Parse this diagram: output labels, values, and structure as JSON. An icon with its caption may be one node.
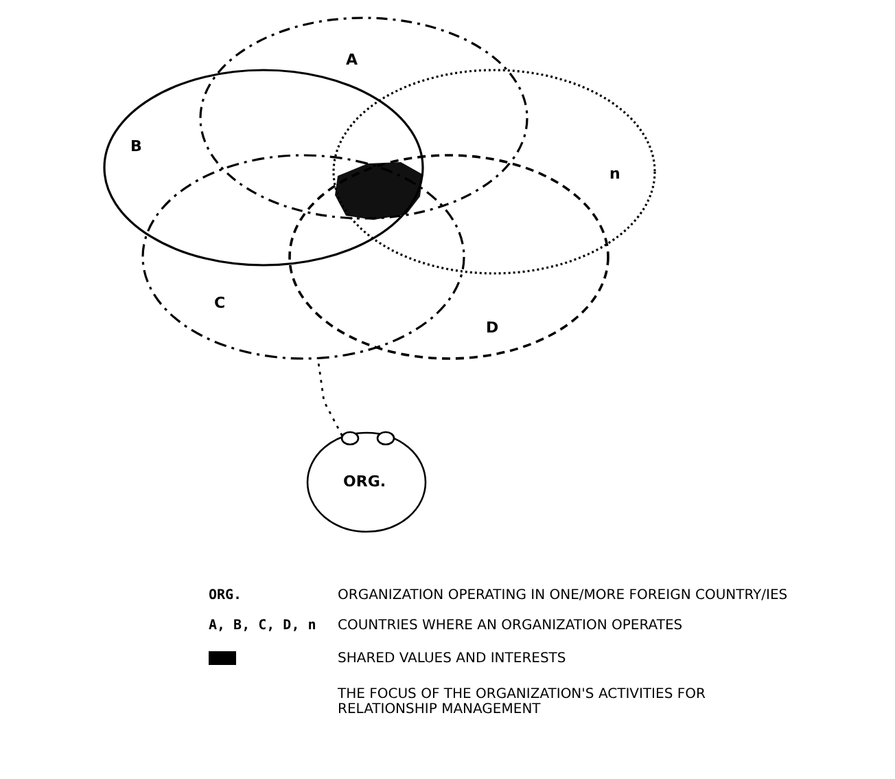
{
  "diagram": {
    "nodes": [
      {
        "text": [
          "A"
        ]
      },
      {
        "text": [
          "B"
        ]
      },
      {
        "text": [
          "n"
        ]
      },
      {
        "text": [
          "C"
        ]
      },
      {
        "text": [
          "D"
        ]
      },
      {
        "text": [
          "ORG."
        ]
      }
    ],
    "edges": [
      {
        "from": 5,
        "to": 3,
        "arrow": "none",
        "style": "dashed"
      }
    ],
    "labels": [
      "ORG.",
      "ORGANIZATION OPERATING IN ONE/MORE FOREIGN COUNTRY/IES",
      "A, B, C, D, n",
      "COUNTRIES WHERE AN ORGANIZATION OPERATES",
      "THE FOCUS OF THE ORGANIZATION'S ACTIVITIES FOR RELATIONSHIP MANAGEMENT"
    ],
    "legend": [
      {
        "text": "SHARED VALUES AND INTERESTS",
        "color": "#000000"
      }
    ]
  }
}
